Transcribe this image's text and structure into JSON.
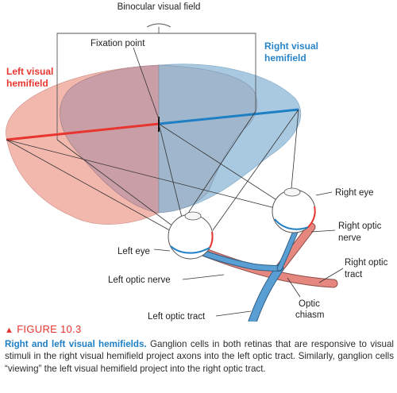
{
  "labels": {
    "binocular": "Binocular visual field",
    "fixation": "Fixation point",
    "left_hemifield": [
      "Left visual",
      "hemifield"
    ],
    "right_hemifield": [
      "Right visual",
      "hemifield"
    ],
    "right_eye": "Right eye",
    "left_eye": "Left eye",
    "right_optic_nerve": [
      "Right optic",
      "nerve"
    ],
    "left_optic_nerve": "Left optic nerve",
    "right_optic_tract": [
      "Right optic",
      "tract"
    ],
    "left_optic_tract": "Left optic tract",
    "optic_chiasm": [
      "Optic",
      "chiasm"
    ]
  },
  "caption": {
    "marker": "▲",
    "figure_number": "FIGURE 10.3",
    "title": "Right and left visual hemifields.",
    "body": "Ganglion cells in both retinas that are responsive to visual stimuli in the right visual hemifield project axons into the left optic tract. Similarly, ganglion cells “viewing” the left visual hemifield project into the right optic tract."
  },
  "colors": {
    "left_field": "#e8352f",
    "right_field": "#2a85c8",
    "left_fill": "#f2b8ae",
    "right_fill": "#a9c9e1",
    "overlap_fill": "#c8a7ad",
    "tract_left": "#e5877f",
    "tract_right": "#5a9fd4"
  }
}
